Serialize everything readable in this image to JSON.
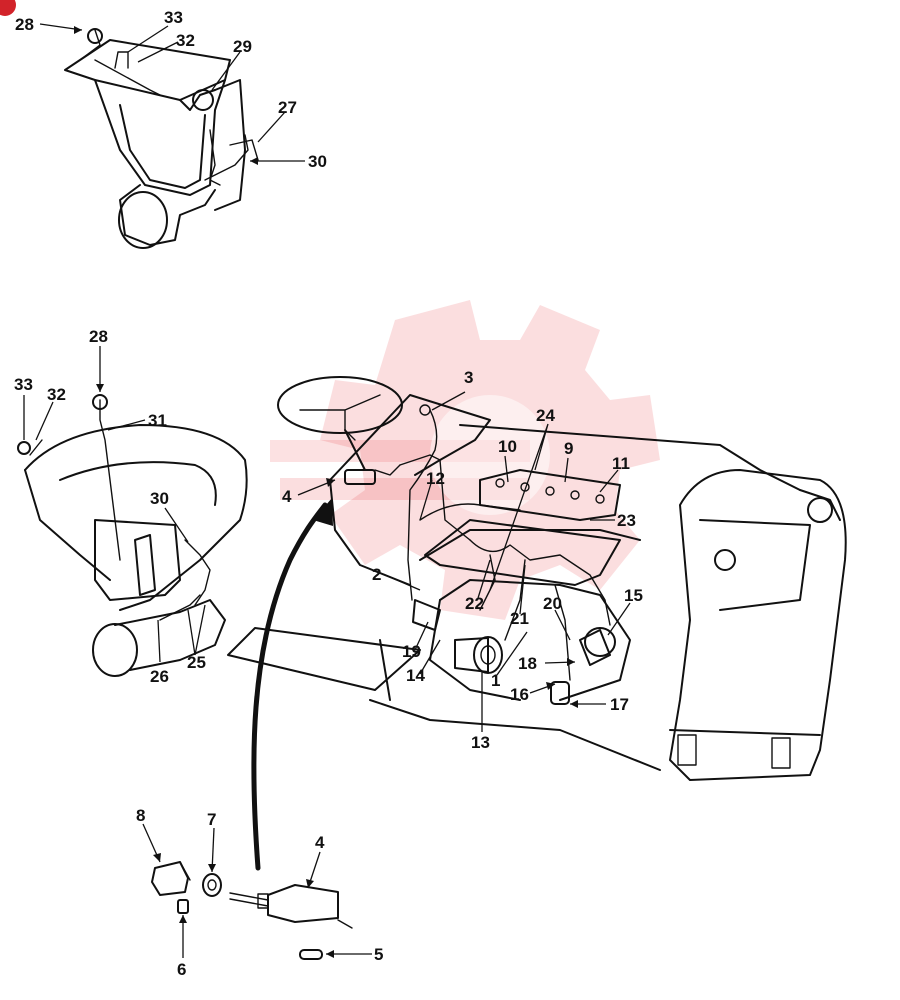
{
  "colors": {
    "line": "#111111",
    "watermark": "#e8323a",
    "corner_badge": "#d2232a",
    "background": "#ffffff"
  },
  "icons": {
    "corner_badge": "red-circle-badge",
    "watermark": "gear-logo-watermark"
  },
  "callouts": [
    {
      "id": "c28a",
      "text": "28"
    },
    {
      "id": "c33a",
      "text": "33"
    },
    {
      "id": "c32a",
      "text": "32"
    },
    {
      "id": "c29",
      "text": "29"
    },
    {
      "id": "c27",
      "text": "27"
    },
    {
      "id": "c30a",
      "text": "30"
    },
    {
      "id": "c28b",
      "text": "28"
    },
    {
      "id": "c33b",
      "text": "33"
    },
    {
      "id": "c32b",
      "text": "32"
    },
    {
      "id": "c31",
      "text": "31"
    },
    {
      "id": "c30b",
      "text": "30"
    },
    {
      "id": "c26",
      "text": "26"
    },
    {
      "id": "c25",
      "text": "25"
    },
    {
      "id": "c3",
      "text": "3"
    },
    {
      "id": "c24",
      "text": "24"
    },
    {
      "id": "c4a",
      "text": "4"
    },
    {
      "id": "c12",
      "text": "12"
    },
    {
      "id": "c10",
      "text": "10"
    },
    {
      "id": "c9",
      "text": "9"
    },
    {
      "id": "c11",
      "text": "11"
    },
    {
      "id": "c23",
      "text": "23"
    },
    {
      "id": "c2",
      "text": "2"
    },
    {
      "id": "c22",
      "text": "22"
    },
    {
      "id": "c21",
      "text": "21"
    },
    {
      "id": "c20",
      "text": "20"
    },
    {
      "id": "c15",
      "text": "15"
    },
    {
      "id": "c19",
      "text": "19"
    },
    {
      "id": "c14",
      "text": "14"
    },
    {
      "id": "c1",
      "text": "1"
    },
    {
      "id": "c18",
      "text": "18"
    },
    {
      "id": "c16",
      "text": "16"
    },
    {
      "id": "c17",
      "text": "17"
    },
    {
      "id": "c13",
      "text": "13"
    },
    {
      "id": "c8",
      "text": "8"
    },
    {
      "id": "c7",
      "text": "7"
    },
    {
      "id": "c4b",
      "text": "4"
    },
    {
      "id": "c6",
      "text": "6"
    },
    {
      "id": "c5",
      "text": "5"
    }
  ]
}
